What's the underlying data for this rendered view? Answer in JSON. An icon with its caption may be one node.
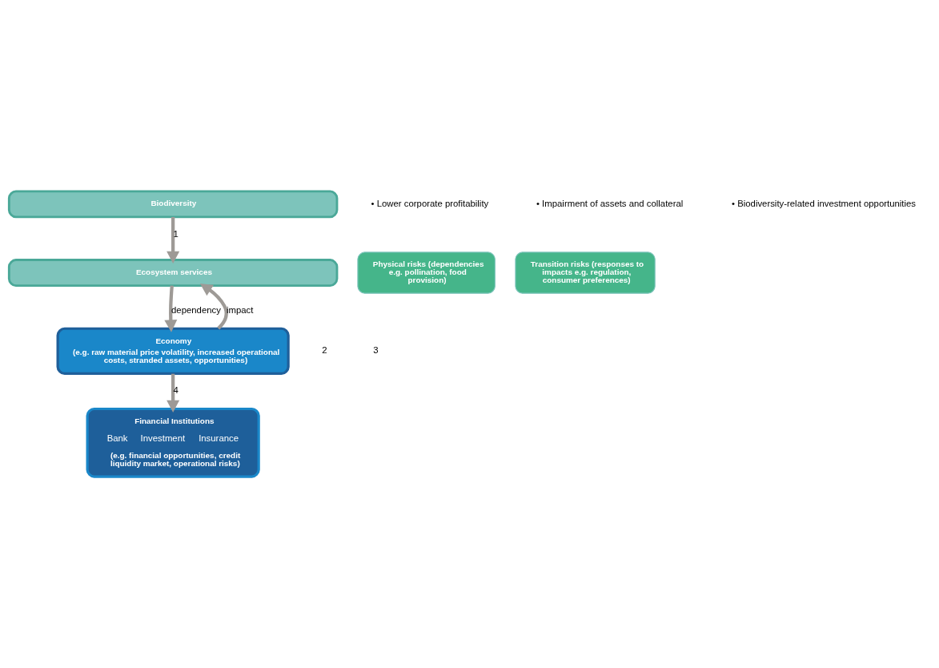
{
  "diagram": {
    "nodes": [
      {
        "text": [
          "Biodiversity"
        ]
      },
      {
        "text": [
          "Ecosystem services"
        ]
      },
      {
        "text": [
          "Physical risks (dependencies e.g. pollination, food provision)"
        ]
      },
      {
        "text": [
          "Transition risks (responses to impacts e.g. regulation, consumer preferences)"
        ]
      },
      {
        "text": [
          "Economy",
          "(e.g. raw material price volatility, increased operational costs, stranded assets, opportunities)"
        ]
      },
      {
        "text": [
          "Financial Institutions",
          "Bank",
          "Investment",
          "Insurance",
          "(e.g. financial opportunities, credit liquidity market, operational risks)"
        ]
      }
    ],
    "edges": [
      {
        "from": 0,
        "to": 1,
        "arrow": "to",
        "label": "1"
      },
      {
        "from": 1,
        "to": 4,
        "arrow": "to",
        "label": "dependency"
      },
      {
        "from": 4,
        "to": 1,
        "arrow": "to",
        "label": "impact"
      },
      {
        "from": 4,
        "to": 5,
        "arrow": "to",
        "label": "4"
      }
    ],
    "labels": [
      "2",
      "3",
      "• Lower corporate profitability",
      "• Impairment of assets and collateral",
      "• Biodiversity-related investment opportunities"
    ]
  }
}
